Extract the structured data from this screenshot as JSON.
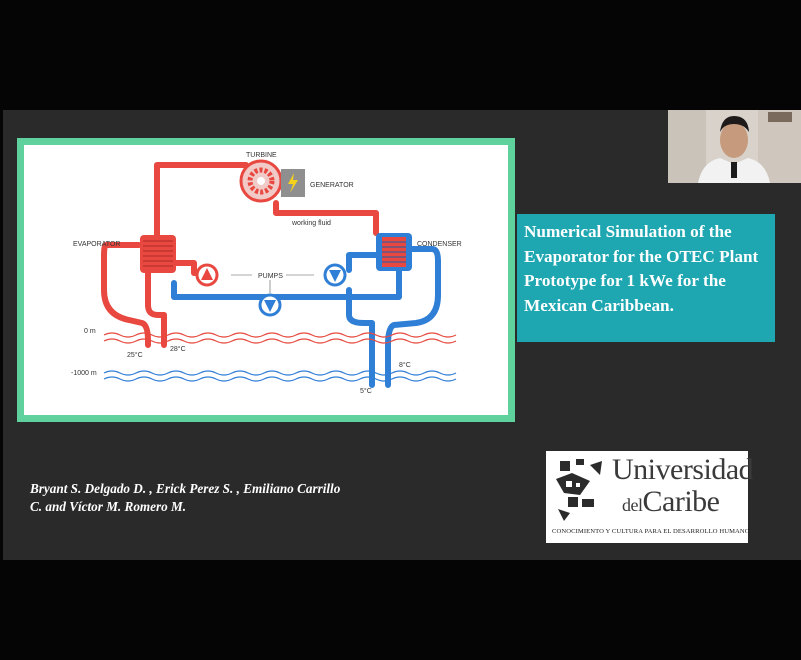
{
  "slide": {
    "title": "Numerical Simulation of the Evaporator for the OTEC Plant Prototype for 1 kWe for the Mexican Caribbean.",
    "authors": "Bryant S. Delgado D. , Erick Perez S. , Emiliano Carrillo C. and Víctor M. Romero M."
  },
  "diagram": {
    "turbine": "TURBINE",
    "generator": "GENERATOR",
    "working_fluid": "working fluid",
    "evaporator": "EVAPORATOR",
    "condenser": "CONDENSER",
    "pumps": "PUMPS",
    "depth_0": "0 m",
    "depth_1000": "-1000 m",
    "t25": "25°C",
    "t28": "28°C",
    "t8": "8°C",
    "t5": "5°C"
  },
  "logo": {
    "line1": "Universidad",
    "del": "del",
    "caribe": "Caribe",
    "motto": "CONOCIMIENTO Y CULTURA PARA EL DESARROLLO HUMANO"
  },
  "colors": {
    "hot": "#e8483f",
    "cold": "#2f7fd6",
    "frame": "#5fd19c",
    "title_bg": "#1fa7b1"
  }
}
